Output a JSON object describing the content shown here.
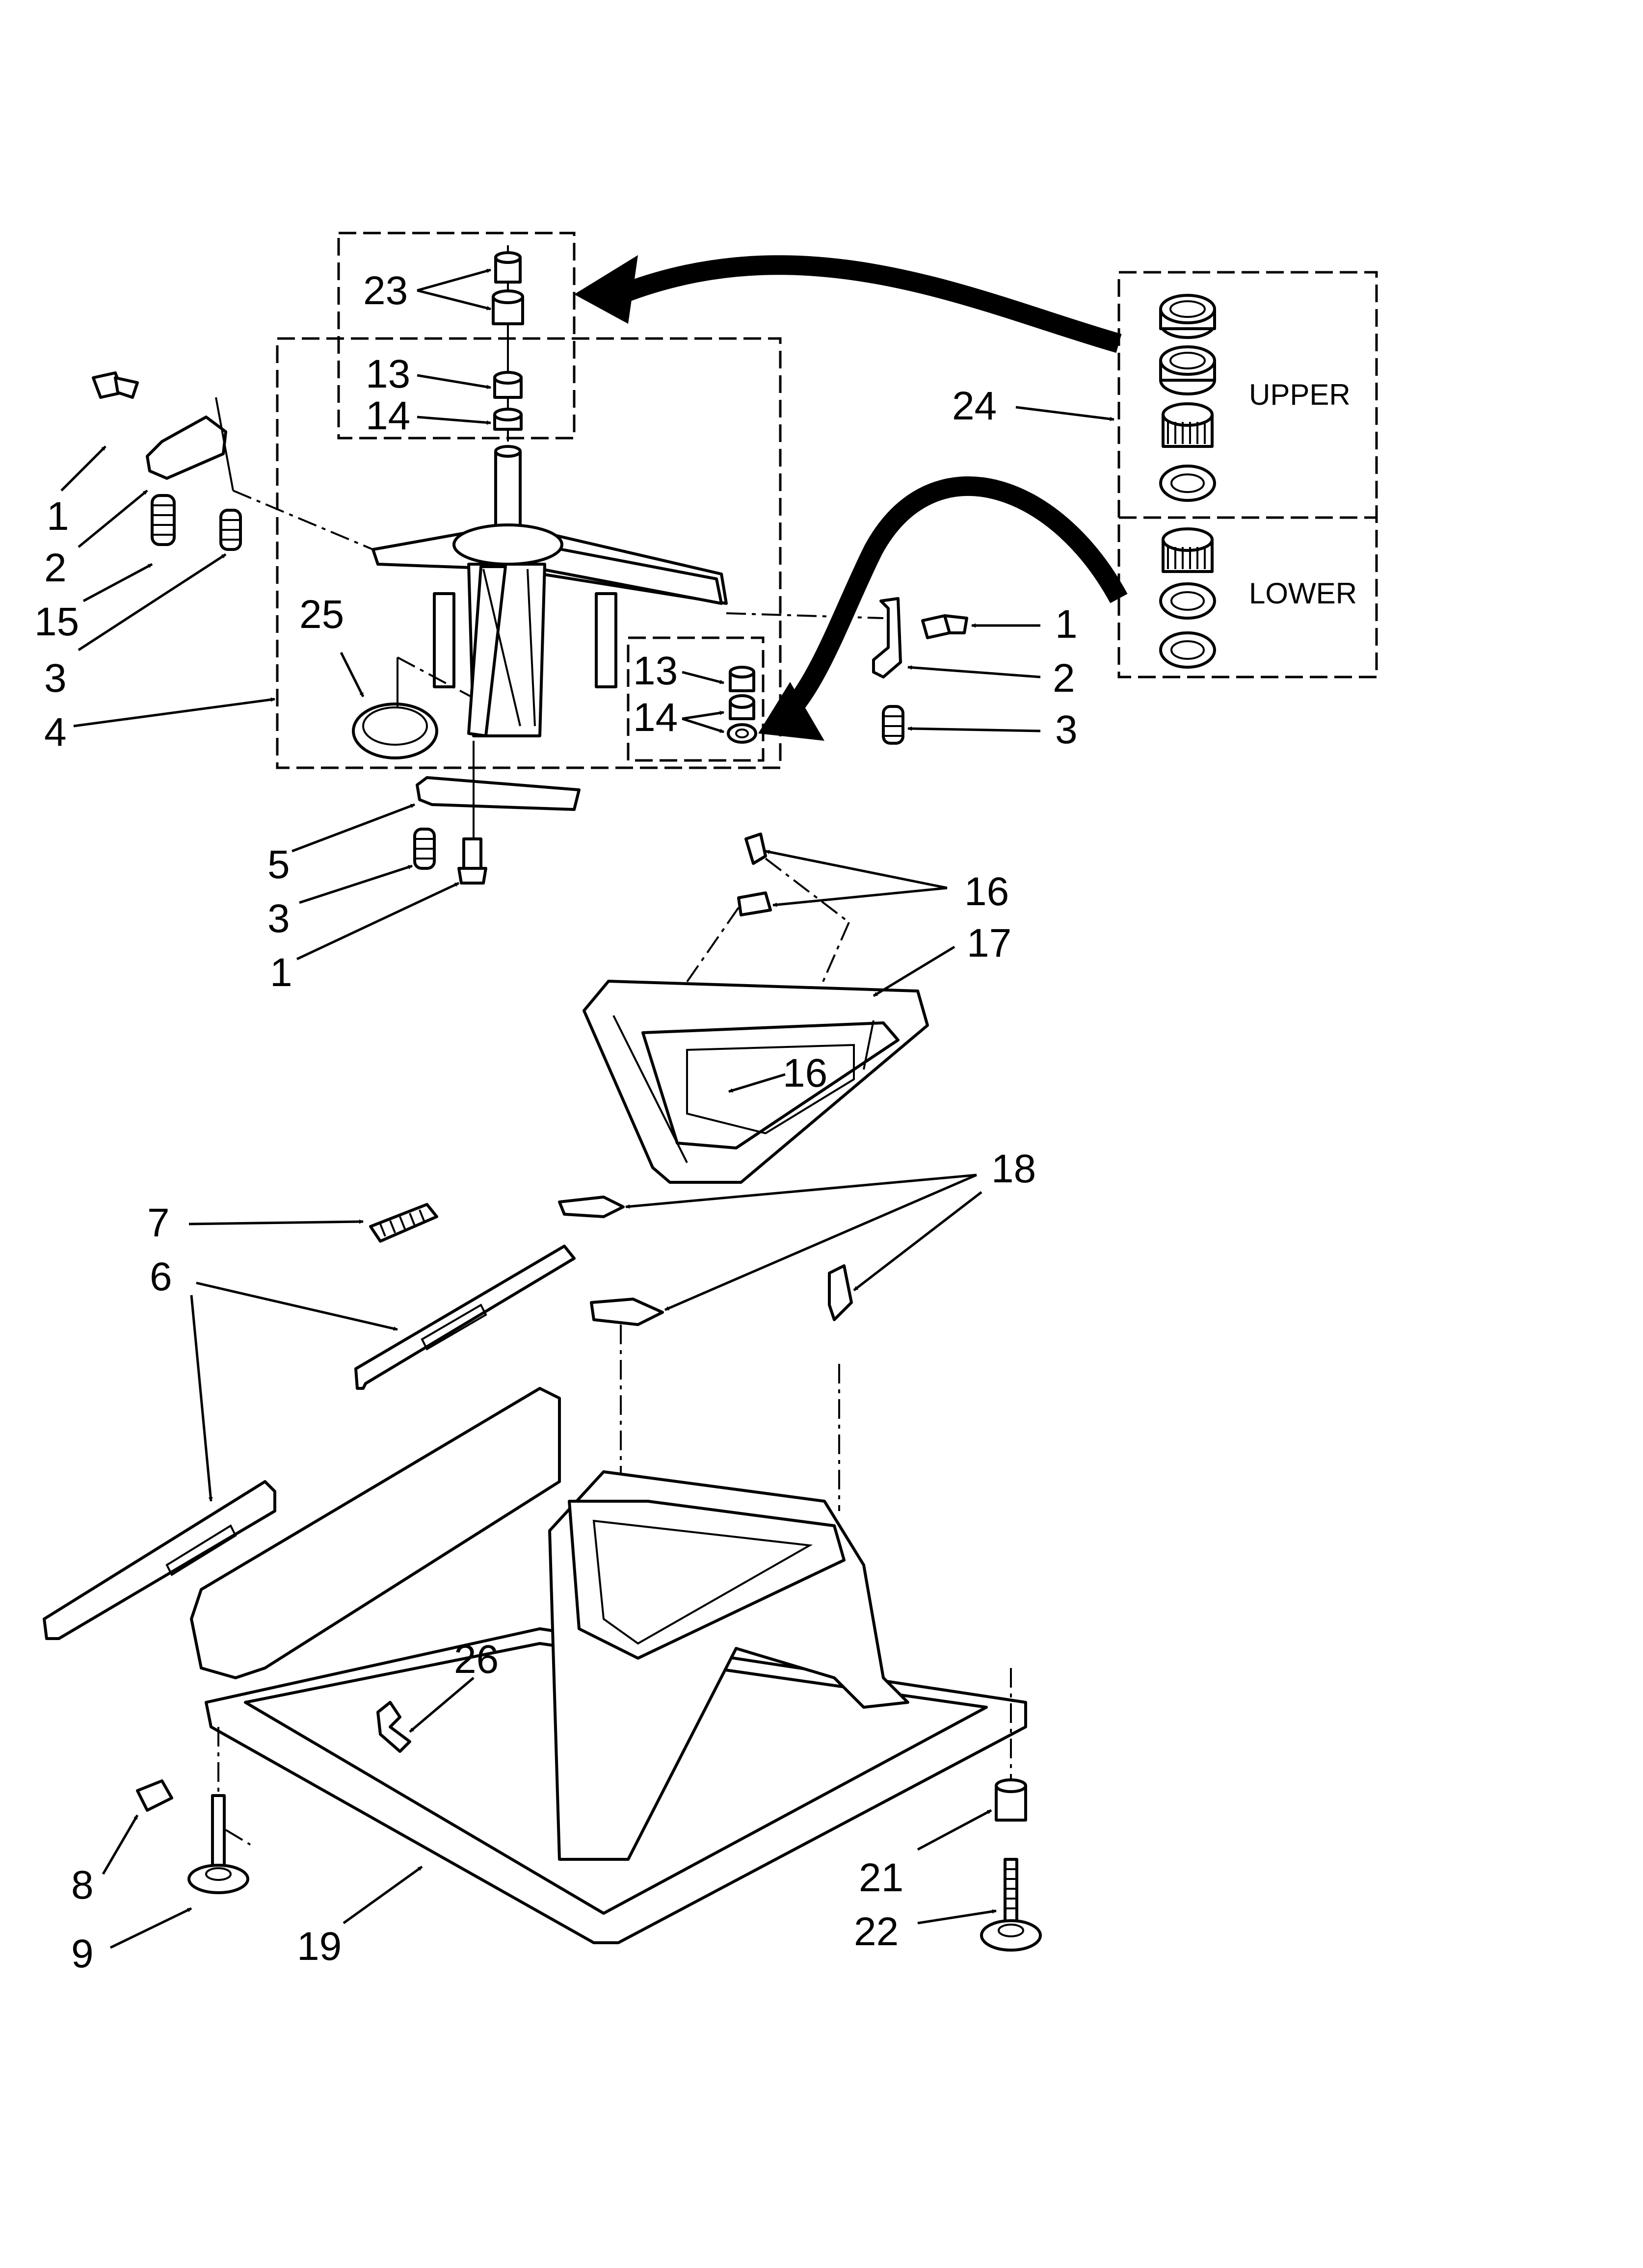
{
  "labels": {
    "upper": "UPPER",
    "lower": "LOWER"
  },
  "callouts": [
    {
      "id": "c23",
      "text": "23"
    },
    {
      "id": "c13a",
      "text": "13"
    },
    {
      "id": "c14a",
      "text": "14"
    },
    {
      "id": "c1a",
      "text": "1"
    },
    {
      "id": "c2a",
      "text": "2"
    },
    {
      "id": "c15",
      "text": "15"
    },
    {
      "id": "c3a",
      "text": "3"
    },
    {
      "id": "c25",
      "text": "25"
    },
    {
      "id": "c4",
      "text": "4"
    },
    {
      "id": "c24",
      "text": "24"
    },
    {
      "id": "c1b",
      "text": "1"
    },
    {
      "id": "c2b",
      "text": "2"
    },
    {
      "id": "c3b",
      "text": "3"
    },
    {
      "id": "c13b",
      "text": "13"
    },
    {
      "id": "c14b",
      "text": "14"
    },
    {
      "id": "c5",
      "text": "5"
    },
    {
      "id": "c3c",
      "text": "3"
    },
    {
      "id": "c1c",
      "text": "1"
    },
    {
      "id": "c16a",
      "text": "16"
    },
    {
      "id": "c17",
      "text": "17"
    },
    {
      "id": "c16b",
      "text": "16"
    },
    {
      "id": "c18",
      "text": "18"
    },
    {
      "id": "c7",
      "text": "7"
    },
    {
      "id": "c6",
      "text": "6"
    },
    {
      "id": "c26",
      "text": "26"
    },
    {
      "id": "c8",
      "text": "8"
    },
    {
      "id": "c9",
      "text": "9"
    },
    {
      "id": "c19",
      "text": "19"
    },
    {
      "id": "c21",
      "text": "21"
    },
    {
      "id": "c22",
      "text": "22"
    }
  ]
}
